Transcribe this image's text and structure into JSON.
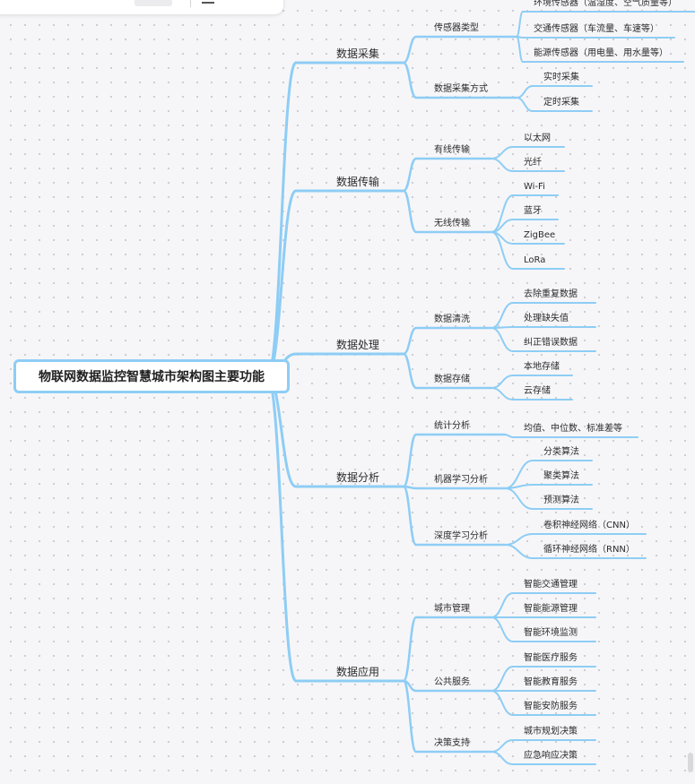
{
  "root": "物联网数据监控智慧城市架构图主要功能",
  "branches": [
    {
      "label": "数据采集",
      "children": [
        {
          "label": "传感器类型",
          "children": [
            "环境传感器（温湿度、空气质量等）",
            "交通传感器（车流量、车速等）",
            "能源传感器（用电量、用水量等）"
          ]
        },
        {
          "label": "数据采集方式",
          "children": [
            "实时采集",
            "定时采集"
          ]
        }
      ]
    },
    {
      "label": "数据传输",
      "children": [
        {
          "label": "有线传输",
          "children": [
            "以太网",
            "光纤"
          ]
        },
        {
          "label": "无线传输",
          "children": [
            "Wi-Fi",
            "蓝牙",
            "ZigBee",
            "LoRa"
          ]
        }
      ]
    },
    {
      "label": "数据处理",
      "children": [
        {
          "label": "数据清洗",
          "children": [
            "去除重复数据",
            "处理缺失值",
            "纠正错误数据"
          ]
        },
        {
          "label": "数据存储",
          "children": [
            "本地存储",
            "云存储"
          ]
        }
      ]
    },
    {
      "label": "数据分析",
      "children": [
        {
          "label": "统计分析",
          "children": [
            "均值、中位数、标准差等"
          ]
        },
        {
          "label": "机器学习分析",
          "children": [
            "分类算法",
            "聚类算法",
            "预测算法"
          ]
        },
        {
          "label": "深度学习分析",
          "children": [
            "卷积神经网络（CNN）",
            "循环神经网络（RNN）"
          ]
        }
      ]
    },
    {
      "label": "数据应用",
      "children": [
        {
          "label": "城市管理",
          "children": [
            "智能交通管理",
            "智能能源管理",
            "智能环境监测"
          ]
        },
        {
          "label": "公共服务",
          "children": [
            "智能医疗服务",
            "智能教育服务",
            "智能安防服务"
          ]
        },
        {
          "label": "决策支持",
          "children": [
            "城市规划决策",
            "应急响应决策"
          ]
        }
      ]
    }
  ],
  "colors": {
    "line": "#8ecdf5",
    "text": "#2b2b2b",
    "background": "#f6f6f8"
  }
}
